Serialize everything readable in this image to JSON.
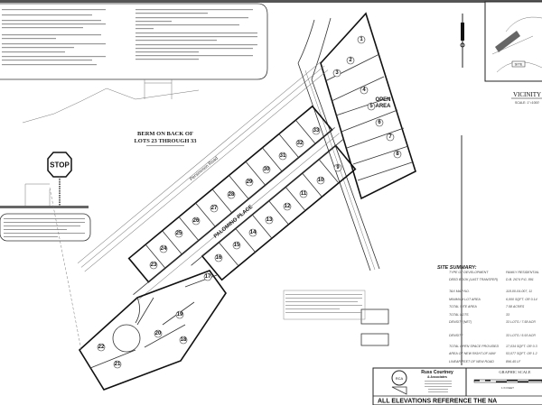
{
  "sheet": {
    "stop_sign": "STOP",
    "berm_note": [
      "BERM ON BACK OF",
      "LOTS 23 THROUGH 33"
    ],
    "street_name": "PALOMINO PLACE",
    "adjacent_road": "Persimmon Road",
    "open_area": [
      "OPEN",
      "AREA"
    ],
    "lots": [
      "1",
      "2",
      "3",
      "4",
      "5",
      "6",
      "7",
      "8",
      "9",
      "10",
      "11",
      "12",
      "13",
      "14",
      "15",
      "16",
      "17",
      "18",
      "19",
      "20",
      "21",
      "22",
      "23",
      "24",
      "25",
      "26",
      "27",
      "28",
      "29",
      "30",
      "31",
      "32",
      "33"
    ]
  },
  "vicinity_map": {
    "site_label": "SITE",
    "title": "VICINITY M",
    "scale": "SCALE: 1\"=1000'"
  },
  "site_summary": {
    "title": "SITE SUMMARY:",
    "rows": [
      {
        "label": "TYPE OF DEVELOPMENT",
        "value": "FAMILY RESIDENTIAL"
      },
      {
        "label": "DEED BOOK (LAST TRANSFER)",
        "value": "D.B. 2674 P.G. 891"
      },
      {
        "label": "TAX MAP NO.",
        "value": "118-00-04-007, 11"
      },
      {
        "label": "MINIMUM LOT AREA",
        "value": "6,000 SQFT. OR 0.14"
      },
      {
        "label": "TOTAL SITE AREA",
        "value": "7.58 ACRES"
      },
      {
        "label": "TOTAL LOTS",
        "value": "33"
      },
      {
        "label": "DENSITY(NET)",
        "value": "33 LOTS / 7.58 ACR"
      },
      {
        "label": "DENSITY",
        "value": "33 LOTS / 5.93 ACR"
      },
      {
        "label": "TOTAL OPEN SPACE PROVIDED",
        "value": "17,034 SQFT. OR 0.3"
      },
      {
        "label": "AREA OF NEW RIGHT-OF-WAY",
        "value": "53,077 SQFT. OR 1.2"
      },
      {
        "label": "LINEAR FEET OF NEW ROAD",
        "value": "896.45 LF"
      }
    ]
  },
  "title_block": {
    "firm": "Russ Courtney",
    "firm_sub": "& Associates",
    "logo_text": "RCA",
    "graphic_scale": "GRAPHIC SCALE",
    "scale_note": "1 IN FEET",
    "elevations_note": "ALL ELEVATIONS REFERENCE THE NA"
  }
}
